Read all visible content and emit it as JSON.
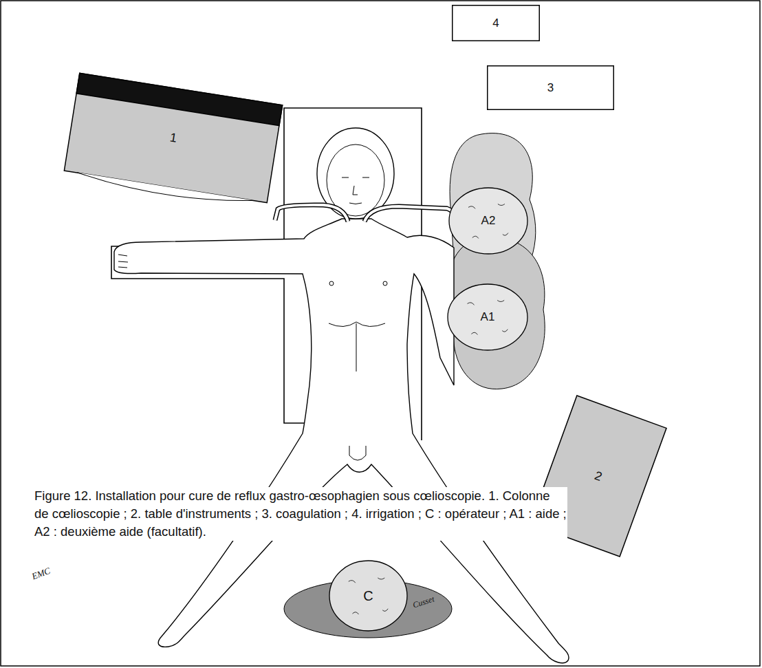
{
  "diagram": {
    "caption": "Figure 12. Installation pour cure de reflux gastro-œsophagien sous cœlioscopie. 1. Colonne de cœlioscopie ; 2. table d'instruments ; 3. coagulation ; 4. irrigation ; C : opérateur ; A1 : aide ; A2 : deuxième aide (facultatif).",
    "nodes": [
      {
        "text": [
          "4"
        ]
      },
      {
        "text": [
          "3"
        ]
      },
      {
        "text": [
          "1"
        ]
      },
      {
        "text": [
          "A2"
        ]
      },
      {
        "text": [
          "A1"
        ]
      },
      {
        "text": [
          "C"
        ]
      },
      {
        "text": [
          "2"
        ]
      }
    ],
    "labels": [
      "EMC",
      "Cusset"
    ]
  }
}
